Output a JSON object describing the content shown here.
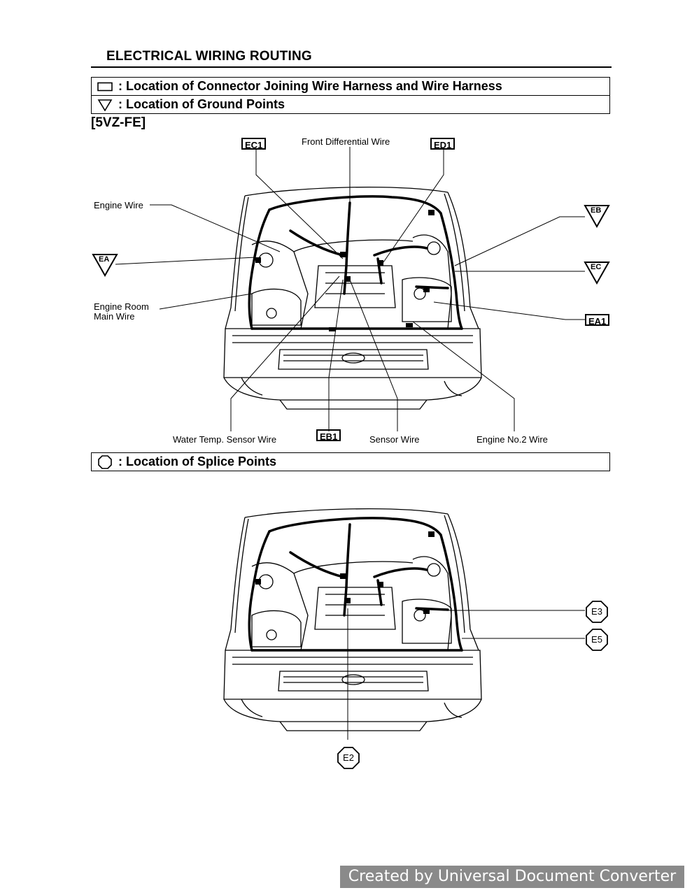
{
  "header": {
    "title": "ELECTRICAL WIRING ROUTING"
  },
  "legend": {
    "connector_label": ": Location of Connector Joining Wire Harness and Wire Harness",
    "ground_label": ": Location of Ground Points",
    "splice_label": ": Location of Splice Points"
  },
  "section": {
    "engine": "[5VZ-FE]"
  },
  "wires": {
    "engine_wire": "Engine Wire",
    "engine_room_main_wire_line1": "Engine Room",
    "engine_room_main_wire_line2": "Main Wire",
    "front_differential_wire": "Front Differential Wire",
    "water_temp_sensor_wire": "Water Temp. Sensor Wire",
    "sensor_wire": "Sensor Wire",
    "engine_no2_wire": "Engine No.2 Wire"
  },
  "connectors": {
    "ec1": "EC1",
    "ed1": "ED1",
    "ea1": "EA1",
    "eb1": "EB1"
  },
  "grounds": {
    "ea": "EA",
    "eb": "EB",
    "ec": "EC"
  },
  "splices": {
    "e2": "E2",
    "e3": "E3",
    "e5": "E5"
  },
  "watermark": "Created by Universal Document Converter"
}
